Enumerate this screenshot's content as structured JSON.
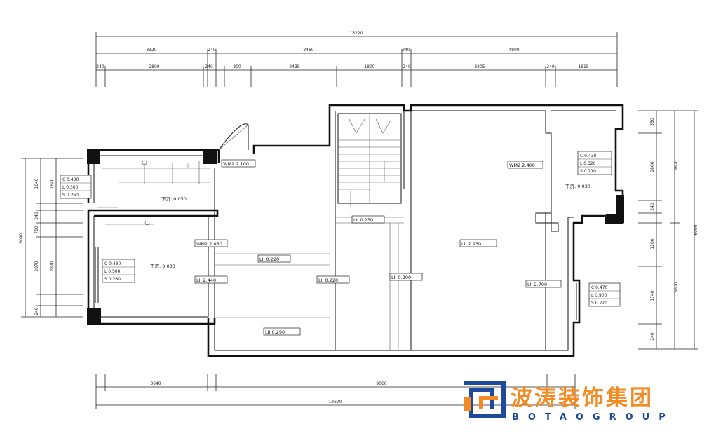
{
  "dimensions": {
    "top_total": "15220",
    "top_row2": [
      "3320",
      "240",
      "2460",
      "240",
      "4800"
    ],
    "top_row3": [
      "240",
      "2800",
      "240",
      "800",
      "2435",
      "1800",
      "240",
      "3205",
      "240",
      "1615"
    ],
    "left_total": "6090",
    "left_parts": [
      "1640",
      "240",
      "780",
      "2870",
      "240"
    ],
    "right_total": "6090",
    "right_upper": "3800",
    "right_lower": "3600",
    "right_parts": [
      "550",
      "2800",
      "240",
      "1200",
      "1740",
      "240"
    ],
    "bottom_parts": [
      "3640",
      "9060"
    ],
    "bottom_total": "12670"
  },
  "labels": {
    "level_upper_left": "下沉: 0.050",
    "level_lower_left": "下沉: 0.030",
    "level_upper_right": "下沉: 0.030",
    "beam_1": "WM2 2.100",
    "beam_2": "WM2 2.030",
    "beam_3": "LII 2.440",
    "beam_4": "LII 0.220",
    "beam_5": "LII 0.220",
    "beam_6": "LII 0.230",
    "beam_7": "LII 0.200",
    "beam_8": "LII 0.290",
    "beam_9": "LII 2.930",
    "beam_10": "LII 2.700",
    "beam_11": "WM2 2.400"
  },
  "tables": {
    "t_left_upper": [
      "C  0.400",
      "L  0.300",
      "S  0.260"
    ],
    "t_left_lower": [
      "C  0.430",
      "L  0.500",
      "S  0.260"
    ],
    "t_right_upper": [
      "C  0.430",
      "L  0.320",
      "S  0.210"
    ],
    "t_right_lower": [
      "C  0.470",
      "L  0.900",
      "S  0.220"
    ]
  },
  "brand": {
    "name_cn": "波涛装饰集团",
    "name_en": "BOTAOGROUP",
    "colors": {
      "orange": "#f28b23",
      "blue": "#1f4a9c"
    }
  }
}
